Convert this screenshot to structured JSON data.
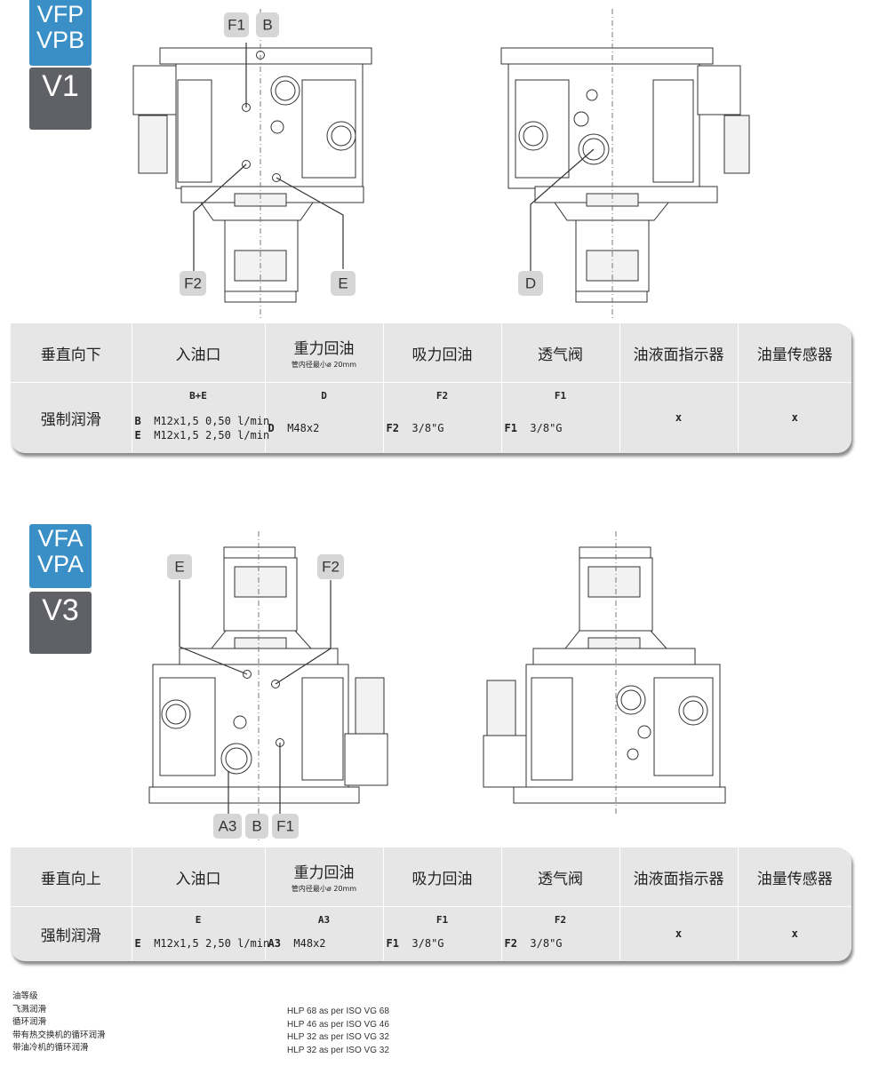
{
  "section1": {
    "badge_top": [
      "VFP",
      "VPB"
    ],
    "badge_bottom": "V1",
    "labels": {
      "f1": "F1",
      "b": "B",
      "f2": "F2",
      "e": "E",
      "d": "D"
    },
    "table": {
      "headers": {
        "orientation": "垂直向下",
        "inlet": "入油口",
        "gravity_return": "重力回油",
        "gravity_return_sub": "管内径最小ø 20mm",
        "suction_return": "吸力回油",
        "breather": "透气阀",
        "level_indicator": "油液面指示器",
        "level_sensor": "油量传感器"
      },
      "row_label": "强制润滑",
      "inlet": {
        "code": "B+E",
        "lines": [
          {
            "k": "B",
            "v": "M12x1,5 0,50 l/min"
          },
          {
            "k": "E",
            "v": "M12x1,5 2,50 l/min"
          }
        ]
      },
      "gravity_return": {
        "code": "D",
        "lines": [
          {
            "k": "D",
            "v": "M48x2"
          }
        ]
      },
      "suction_return": {
        "code": "F2",
        "lines": [
          {
            "k": "F2",
            "v": "3/8\"G"
          }
        ]
      },
      "breather": {
        "code": "F1",
        "lines": [
          {
            "k": "F1",
            "v": "3/8\"G"
          }
        ]
      },
      "level_indicator": "x",
      "level_sensor": "x"
    }
  },
  "section2": {
    "badge_top": [
      "VFA",
      "VPA"
    ],
    "badge_bottom": "V3",
    "labels": {
      "e": "E",
      "f2": "F2",
      "a3": "A3",
      "b": "B",
      "f1": "F1"
    },
    "table": {
      "headers": {
        "orientation": "垂直向上",
        "inlet": "入油口",
        "gravity_return": "重力回油",
        "gravity_return_sub": "管内径最小ø 20mm",
        "suction_return": "吸力回油",
        "breather": "透气阀",
        "level_indicator": "油液面指示器",
        "level_sensor": "油量传感器"
      },
      "row_label": "强制润滑",
      "inlet": {
        "code": "E",
        "lines": [
          {
            "k": "E",
            "v": "M12x1,5 2,50 l/min"
          }
        ]
      },
      "gravity_return": {
        "code": "A3",
        "lines": [
          {
            "k": "A3",
            "v": "M48x2"
          }
        ]
      },
      "suction_return": {
        "code": "F1",
        "lines": [
          {
            "k": "F1",
            "v": "3/8\"G"
          }
        ]
      },
      "breather": {
        "code": "F2",
        "lines": [
          {
            "k": "F2",
            "v": "3/8\"G"
          }
        ]
      },
      "level_indicator": "x",
      "level_sensor": "x"
    }
  },
  "footer": {
    "title": "油等级",
    "items": [
      {
        "name": "飞溅润滑",
        "value": "HLP 68 as per ISO VG 68"
      },
      {
        "name": "循环润滑",
        "value": "HLP 46 as per ISO VG 46"
      },
      {
        "name": "带有热交换机的循环润滑",
        "value": "HLP 32 as per ISO VG 32"
      },
      {
        "name": "带油冷机的循环润滑",
        "value": "HLP 32 as per ISO VG 32"
      }
    ]
  }
}
